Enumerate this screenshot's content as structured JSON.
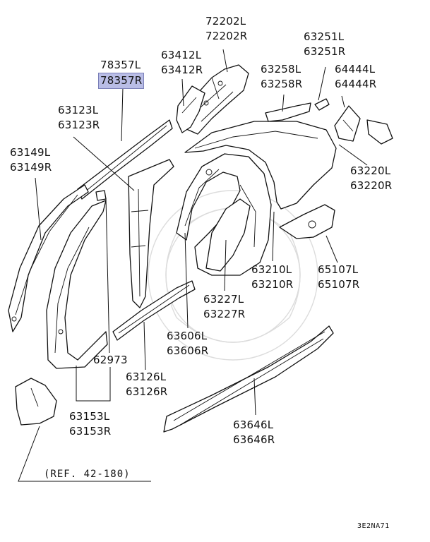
{
  "labels": [
    {
      "id": "72202",
      "l": "72202L",
      "r": "72202R"
    },
    {
      "id": "63251",
      "l": "63251L",
      "r": "63251R"
    },
    {
      "id": "78357",
      "l": "78357L",
      "r": "78357R"
    },
    {
      "id": "63412",
      "l": "63412L",
      "r": "63412R"
    },
    {
      "id": "63258",
      "l": "63258L",
      "r": "63258R"
    },
    {
      "id": "64444",
      "l": "64444L",
      "r": "64444R"
    },
    {
      "id": "63123",
      "l": "63123L",
      "r": "63123R"
    },
    {
      "id": "63149",
      "l": "63149L",
      "r": "63149R"
    },
    {
      "id": "63220",
      "l": "63220L",
      "r": "63220R"
    },
    {
      "id": "63210",
      "l": "63210L",
      "r": "63210R"
    },
    {
      "id": "65107",
      "l": "65107L",
      "r": "65107R"
    },
    {
      "id": "63227",
      "l": "63227L",
      "r": "63227R"
    },
    {
      "id": "63606",
      "l": "63606L",
      "r": "63606R"
    },
    {
      "id": "63126",
      "l": "63126L",
      "r": "63126R"
    },
    {
      "id": "63153",
      "l": "63153L",
      "r": "63153R"
    },
    {
      "id": "63646",
      "l": "63646L",
      "r": "63646R"
    }
  ],
  "single_label": "62973",
  "reference": "(REF. 42-180)",
  "diagram_code": "3E2NA71",
  "highlight_color": "#b9bde6"
}
